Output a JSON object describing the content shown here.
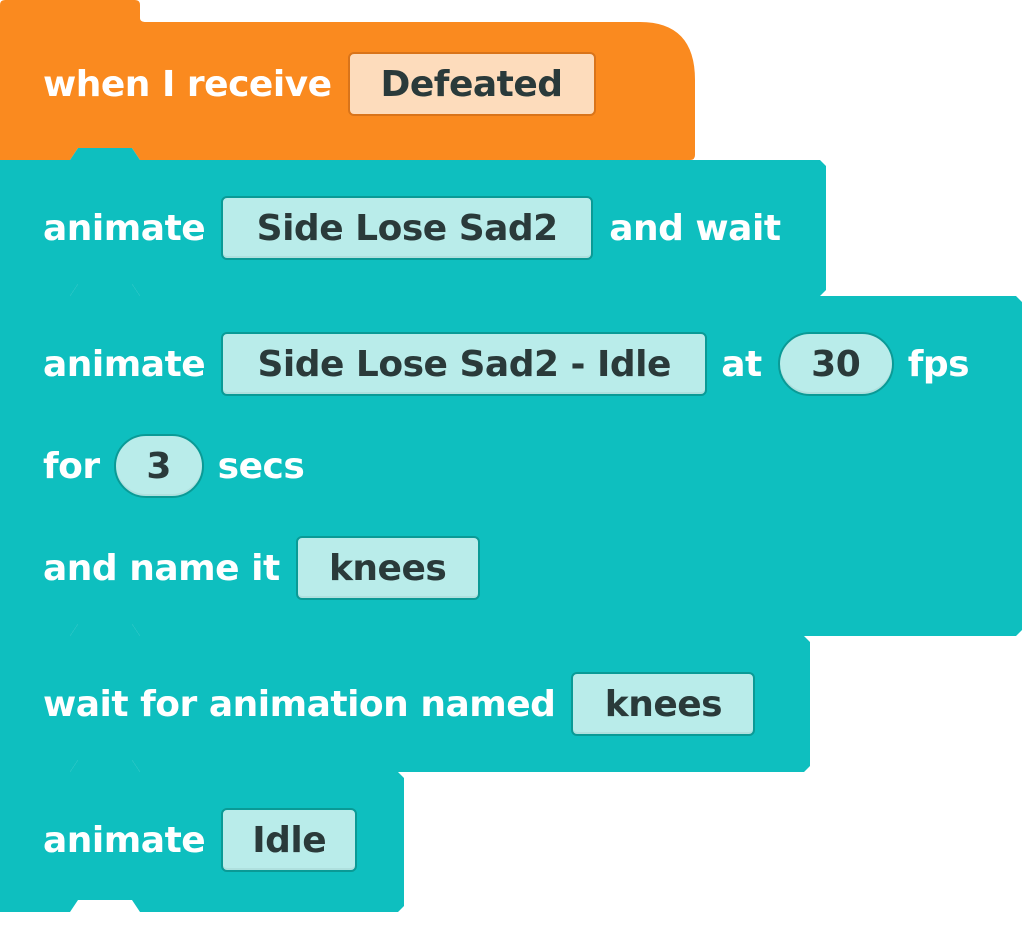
{
  "colors": {
    "event_block": "#fa8a1f",
    "action_block": "#0ebfbf",
    "event_slot": "#fddcbc",
    "action_slot": "#b9ecea",
    "label_text": "#ffffff",
    "slot_text": "#2a3a3a"
  },
  "blocks": {
    "receive": {
      "label": "when I receive",
      "message": "Defeated"
    },
    "animate_wait": {
      "label": "animate",
      "animation": "Side Lose Sad2",
      "suffix": "and wait"
    },
    "animate_named": {
      "label": "animate",
      "animation": "Side Lose Sad2 - Idle",
      "at_label": "at",
      "fps_value": "30",
      "fps_label": "fps",
      "for_label": "for",
      "secs_value": "3",
      "secs_label": "secs",
      "name_label": "and name it",
      "name_value": "knees"
    },
    "wait_named": {
      "label": "wait for animation named",
      "name_value": "knees"
    },
    "animate_idle": {
      "label": "animate",
      "animation": "Idle"
    }
  }
}
